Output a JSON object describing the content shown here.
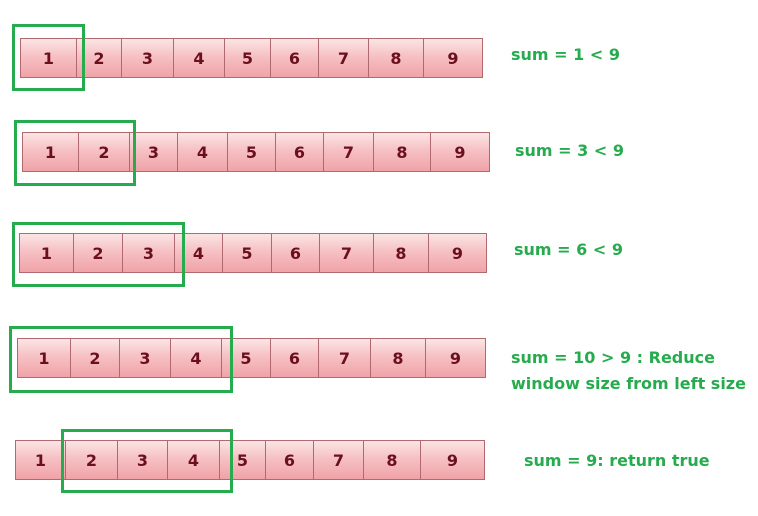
{
  "rows": [
    {
      "cells": [
        "1",
        "2",
        "3",
        "4",
        "5",
        "6",
        "7",
        "8",
        "9"
      ],
      "label_lines": [
        "sum = 1 < 9"
      ]
    },
    {
      "cells": [
        "1",
        "2",
        "3",
        "4",
        "5",
        "6",
        "7",
        "8",
        "9"
      ],
      "label_lines": [
        "sum = 3 < 9"
      ]
    },
    {
      "cells": [
        "1",
        "2",
        "3",
        "4",
        "5",
        "6",
        "7",
        "8",
        "9"
      ],
      "label_lines": [
        "sum = 6 < 9"
      ]
    },
    {
      "cells": [
        "1",
        "2",
        "3",
        "4",
        "5",
        "6",
        "7",
        "8",
        "9"
      ],
      "label_lines": [
        "sum = 10 > 9 : Reduce",
        "window size from left size"
      ]
    },
    {
      "cells": [
        "1",
        "2",
        "3",
        "4",
        "5",
        "6",
        "7",
        "8",
        "9"
      ],
      "label_lines": [
        "sum = 9: return true"
      ]
    }
  ],
  "colors": {
    "window": "#27ab4f",
    "label": "#27ab4f",
    "cell_text": "#6b0f1e"
  }
}
